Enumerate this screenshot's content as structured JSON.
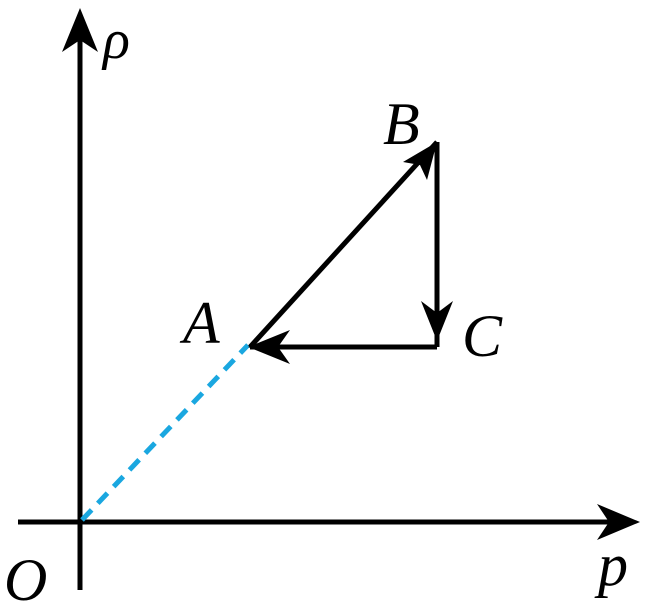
{
  "diagram": {
    "axes": {
      "vertical_label": "ρ",
      "horizontal_label": "p",
      "origin_label": "O"
    },
    "points": {
      "a": "A",
      "b": "B",
      "c": "C"
    },
    "colors": {
      "line": "#000000",
      "dashed": "#1aa7e0",
      "background": "#ffffff"
    }
  }
}
